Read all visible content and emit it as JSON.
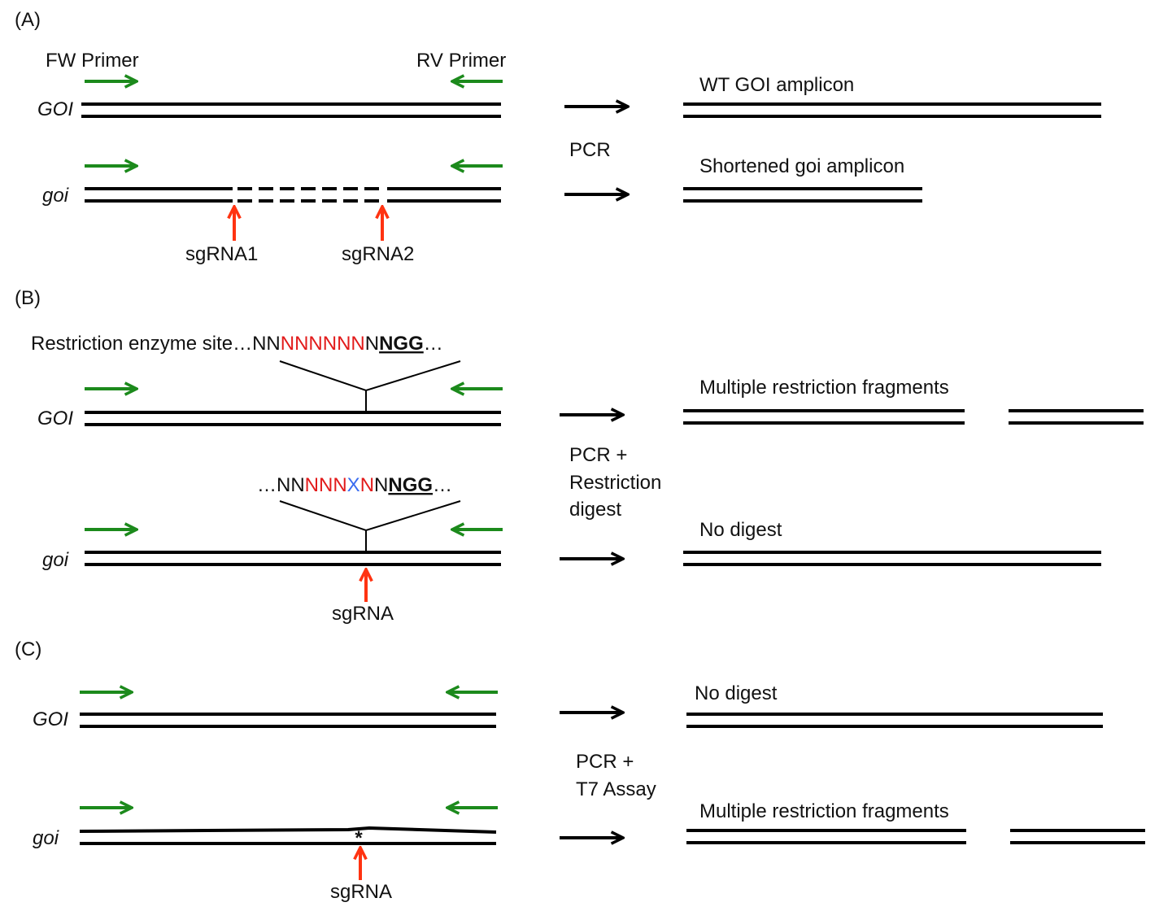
{
  "colors": {
    "primer": "#1c8a1c",
    "sgrna": "#ff3311",
    "pam": "#000000",
    "mutation": "#3a6cf0",
    "dna": "#000000"
  },
  "panelA": {
    "label": "(A)",
    "fw_primer": "FW Primer",
    "rv_primer": "RV Primer",
    "wt_gene": "GOI",
    "mut_gene": "goi",
    "step": "PCR",
    "wt_result_pre": "WT ",
    "wt_result_gene": "GOI",
    "wt_result_post": " amplicon",
    "mut_result_pre": "Shortened ",
    "mut_result_gene": "goi",
    "mut_result_post": " amplicon",
    "sgrna1": "sgRNA1",
    "sgrna2": "sgRNA2"
  },
  "panelB": {
    "label": "(B)",
    "wt_seq_prefix": "Restriction enzyme site…NN",
    "wt_seq_target": "NNNNNN",
    "wt_seq_mid": "N",
    "pam": "NGG",
    "seq_end": "…",
    "mut_seq_prefix": "…NN",
    "mut_seq_target": "NNN",
    "mut_seq_mutation": "X",
    "mut_seq_target2": "N",
    "mut_seq_mid": "N",
    "wt_gene": "GOI",
    "mut_gene": "goi",
    "step_line1": "PCR +",
    "step_line2": "Restriction",
    "step_line3": "digest",
    "wt_result": "Multiple restriction fragments",
    "mut_result": "No digest",
    "sgrna": "sgRNA"
  },
  "panelC": {
    "label": "(C)",
    "wt_gene": "GOI",
    "mut_gene": "goi",
    "step_line1": "PCR +",
    "step_line2": "T7 Assay",
    "wt_result": "No digest",
    "mut_result": "Multiple restriction fragments",
    "mismatch_mark": "*",
    "sgrna": "sgRNA"
  }
}
